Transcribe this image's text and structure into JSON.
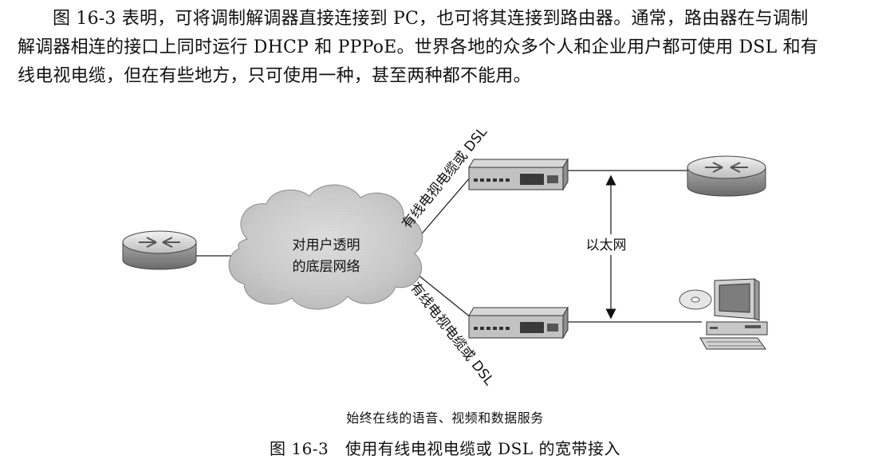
{
  "paragraph": {
    "line1": "图 16-3 表明，可将调制解调器直接连接到 PC，也可将其连接到路由器。通常，路由器在与调制",
    "line2": "解调器相连的接口上同时运行 DHCP 和 PPPoE。世界各地的众多个人和企业用户都可使用 DSL 和有",
    "line3": "线电视电缆，但在有些地方，只可使用一种，甚至两种都不能用。"
  },
  "diagram": {
    "cloud_label_line1": "对用户透明",
    "cloud_label_line2": "的底层网络",
    "upper_link_label": "有线电视电缆或 DSL",
    "lower_link_label": "有线电视电缆或 DSL",
    "ethernet_label": "以太网"
  },
  "captions": {
    "subtitle": "始终在线的语音、视频和数据服务",
    "figure_title": "图 16-3　使用有线电视电缆或 DSL 的宽带接入"
  }
}
